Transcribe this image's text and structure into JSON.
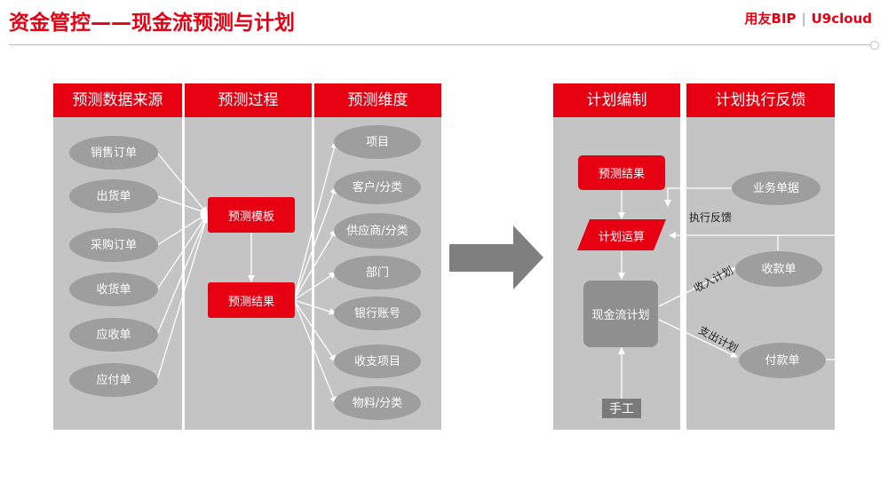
{
  "title": "资金管控——现金流预测与计划",
  "brand": {
    "name": "用友BIP",
    "separator": "|",
    "product": "U9cloud"
  },
  "columns": {
    "data_source": "预测数据来源",
    "process": "预测过程",
    "dimension": "预测维度",
    "plan": "计划编制",
    "feedback": "计划执行反馈"
  },
  "sources": [
    "销售订单",
    "出货单",
    "采购订单",
    "收货单",
    "应收单",
    "应付单"
  ],
  "process": {
    "template": "预测模板",
    "result": "预测结果"
  },
  "dimensions": [
    "项目",
    "客户/分类",
    "供应商/分类",
    "部门",
    "银行账号",
    "收支项目",
    "物料/分类"
  ],
  "plan": {
    "result": "预测结果",
    "calc": "计划运算",
    "cashflow": "现金流计划",
    "manual": "手工"
  },
  "feedback": {
    "business_doc": "业务单据",
    "exec_feedback": "执行反馈",
    "income_plan": "收入计划",
    "receipt": "收款单",
    "expense_plan": "支出计划",
    "payment": "付款单"
  },
  "colors": {
    "accent": "#e60012",
    "panel": "#c4c4c4",
    "node": "#9e9e9e",
    "arrow": "#7f7f7f"
  }
}
